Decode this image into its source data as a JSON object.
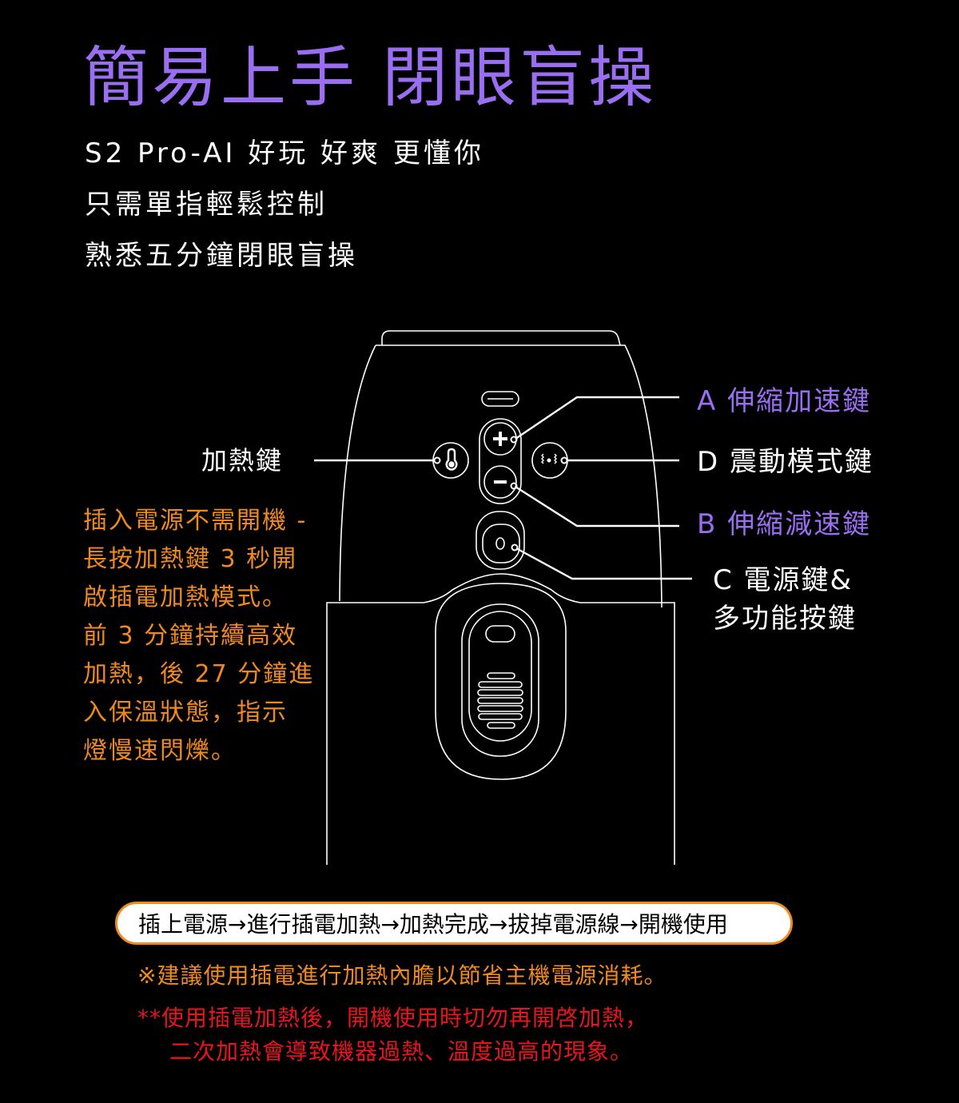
{
  "header": {
    "title": "簡易上手  閉眼盲操",
    "sublines": [
      "S2 Pro-AI 好玩 好爽 更懂你",
      "只需單指輕鬆控制",
      "熟悉五分鐘閉眼盲操"
    ]
  },
  "diagram": {
    "heat_button": {
      "label": "加熱鍵",
      "icon": "thermometer-icon",
      "description_lines": [
        "插入電源不需開機 -",
        "長按加熱鍵 3 秒開",
        "啟插電加熱模式。",
        "前 3 分鐘持續高效",
        "加熱，後 27 分鐘進",
        "入保溫狀態，指示",
        "燈慢速閃爍。"
      ]
    },
    "callouts": {
      "a": {
        "label": "A 伸縮加速鍵",
        "icon": "plus-icon"
      },
      "d": {
        "label": "D 震動模式鍵",
        "icon": "vibration-icon"
      },
      "b": {
        "label": "B 伸縮減速鍵",
        "icon": "minus-icon"
      },
      "c_line1": "C 電源鍵&",
      "c_line2": "多功能按鍵",
      "c_icon": "power-icon"
    }
  },
  "flow": {
    "text": "插上電源→進行插電加熱→加熱完成→拔掉電源線→開機使用"
  },
  "notes": {
    "tip": "※建議使用插電進行加熱內膽以節省主機電源消耗。",
    "warning_line1": "**使用插電加熱後，開機使用時切勿再開啓加熱，",
    "warning_line2": "二次加熱會導致機器過熱、溫度過高的現象。"
  },
  "colors": {
    "background": "#000000",
    "accent_purple": "#9a6ef0",
    "accent_orange": "#f08a1e",
    "warning_red": "#e8141e",
    "line": "#ffffff"
  }
}
